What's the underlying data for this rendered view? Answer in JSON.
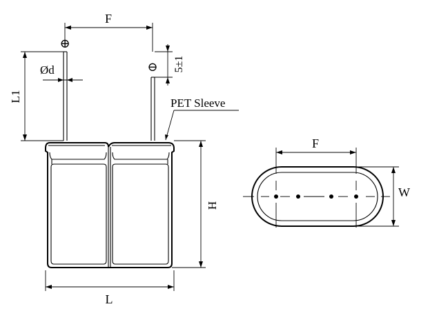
{
  "labels": {
    "F_side": "F",
    "diameter": "Ød",
    "L1": "L1",
    "tolerance": "5±1",
    "pet_sleeve": "PET Sleeve",
    "H": "H",
    "L": "L",
    "F_top": "F",
    "W": "W"
  },
  "symbols": {
    "positive": "⊕",
    "negative": "⊖"
  }
}
